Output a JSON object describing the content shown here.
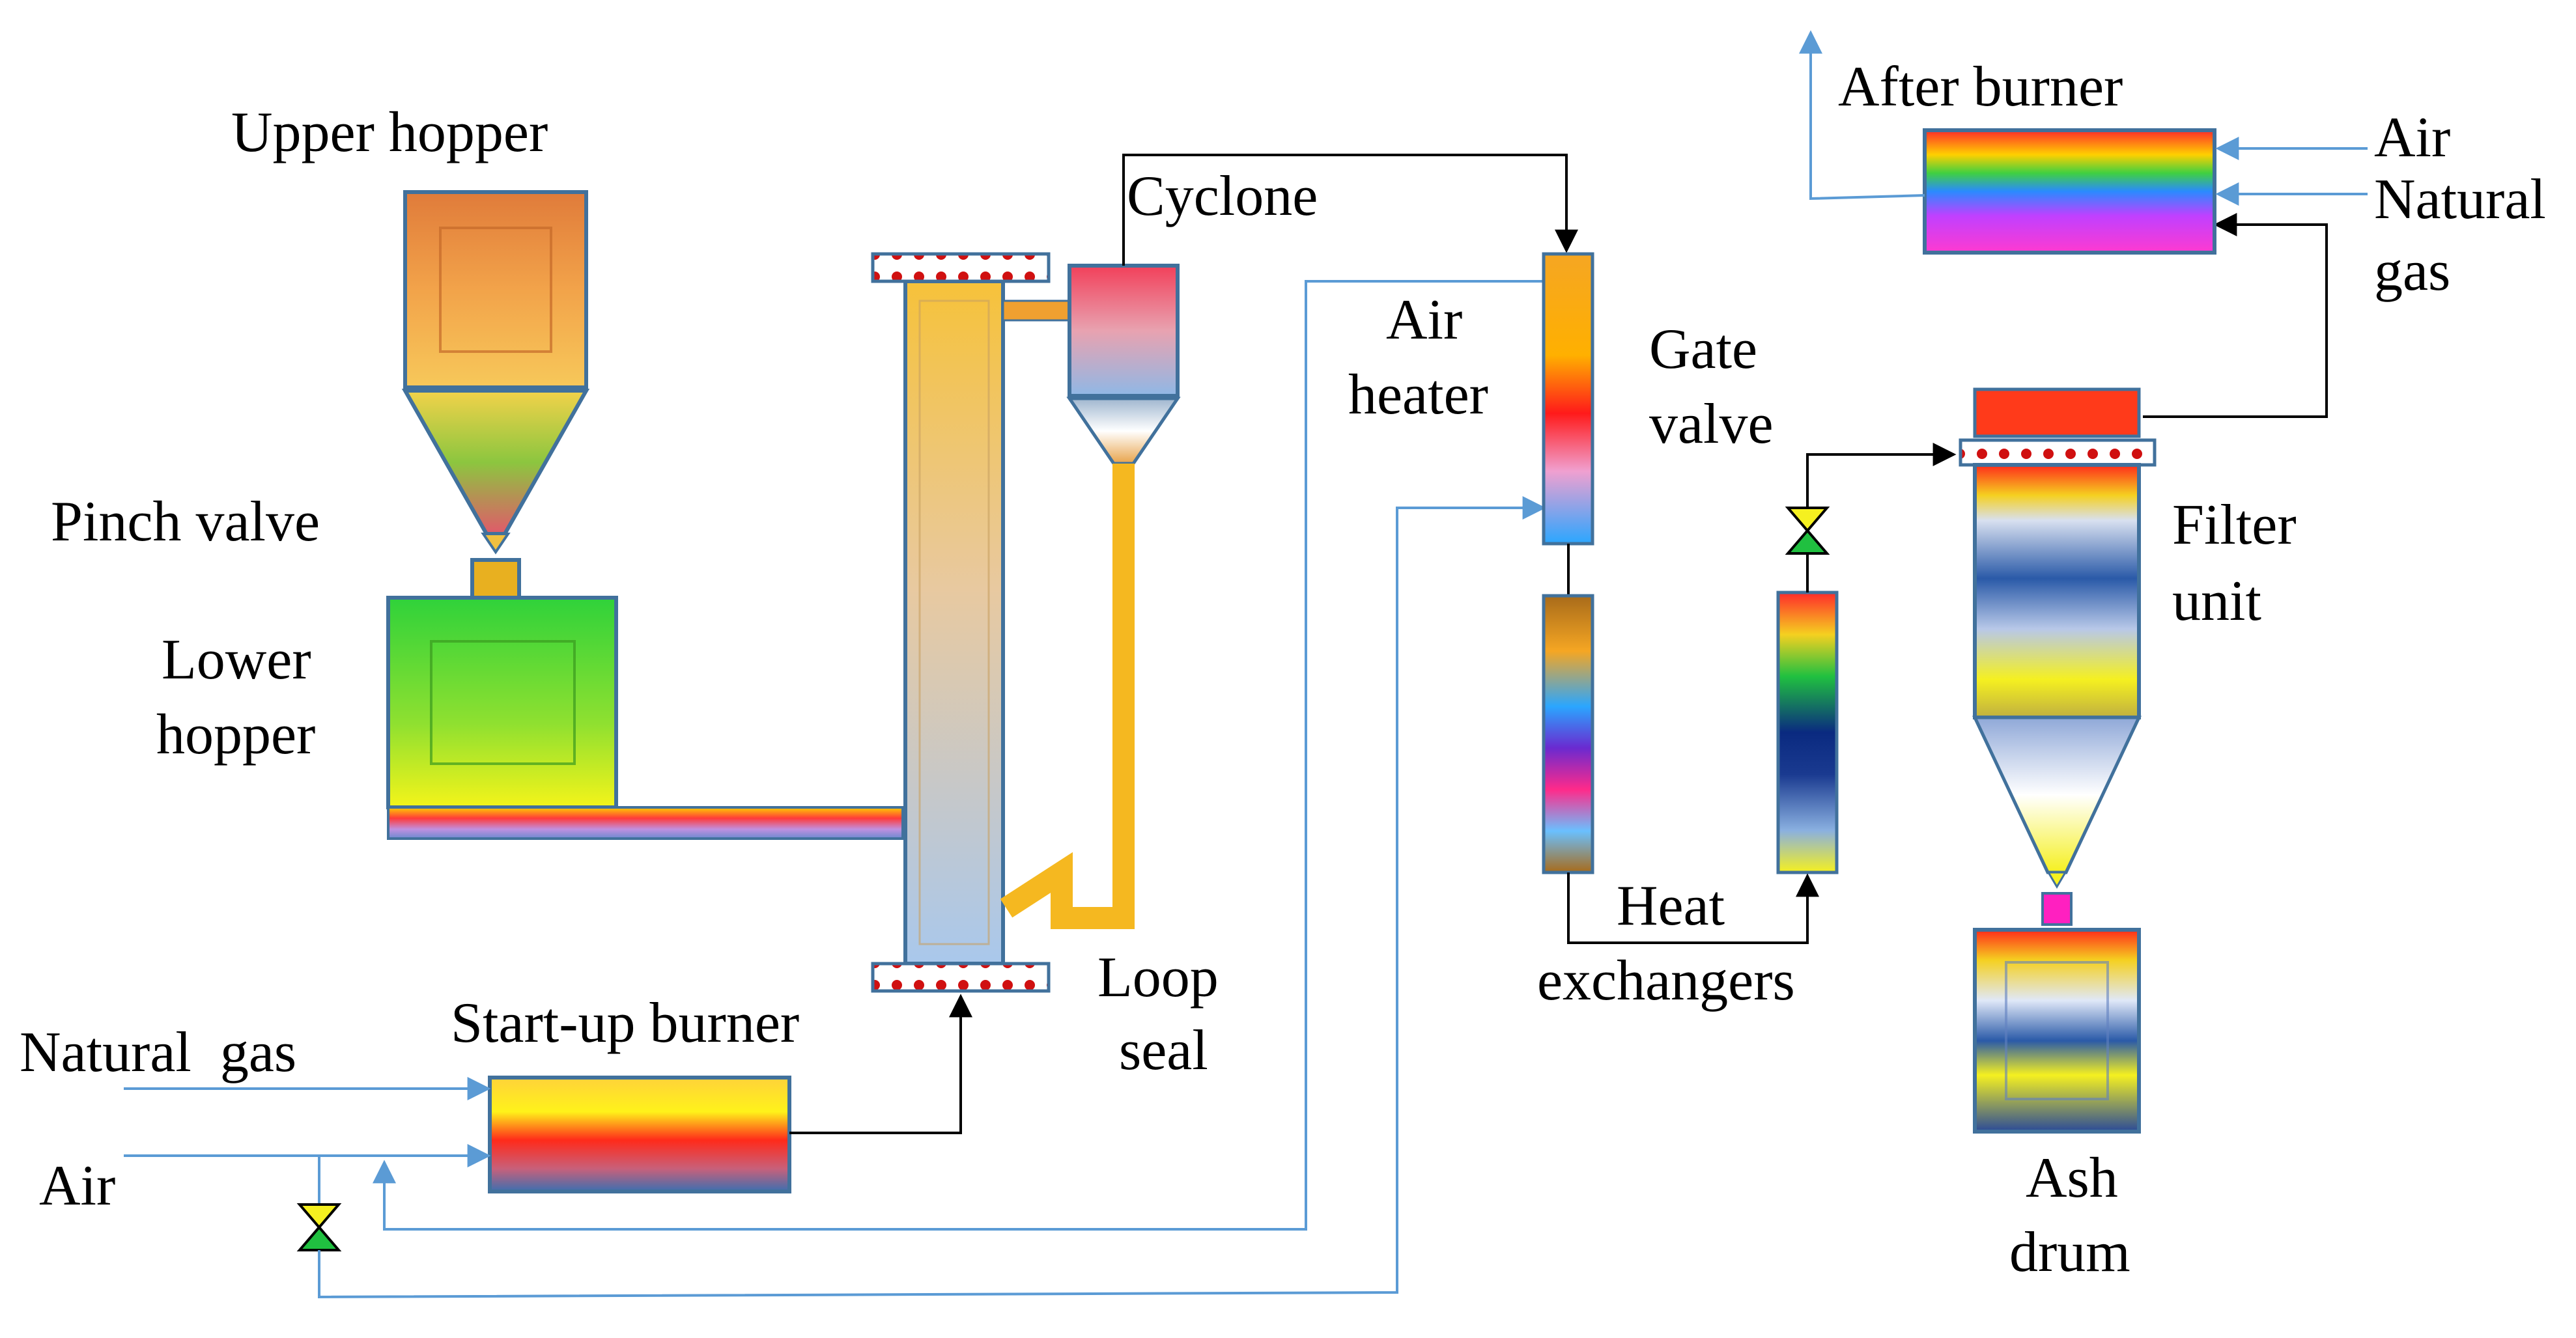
{
  "labels": {
    "upper_hopper": "Upper hopper",
    "pinch_valve": "Pinch valve",
    "lower_hopper_1": "Lower",
    "lower_hopper_2": "hopper",
    "cyclone": "Cyclone",
    "air_heater_1": "Air",
    "air_heater_2": "heater",
    "gate_valve_1": "Gate",
    "gate_valve_2": "valve",
    "after_burner": "After burner",
    "air_right": "Air",
    "natural_gas_right_1": "Natural",
    "natural_gas_right_2": "gas",
    "filter_unit_1": "Filter",
    "filter_unit_2": "unit",
    "loop_seal_1": "Loop",
    "loop_seal_2": "seal",
    "heat_exchangers_1": "Heat",
    "heat_exchangers_2": "exchangers",
    "natural_gas_left": "Natural  gas",
    "start_up_burner": "Start-up burner",
    "air_left": "Air",
    "ash_drum_1": "Ash",
    "ash_drum_2": "drum"
  },
  "colors": {
    "air_line": "#5b9bd5",
    "process_line": "#000000",
    "equipment_border": "#41719c"
  }
}
